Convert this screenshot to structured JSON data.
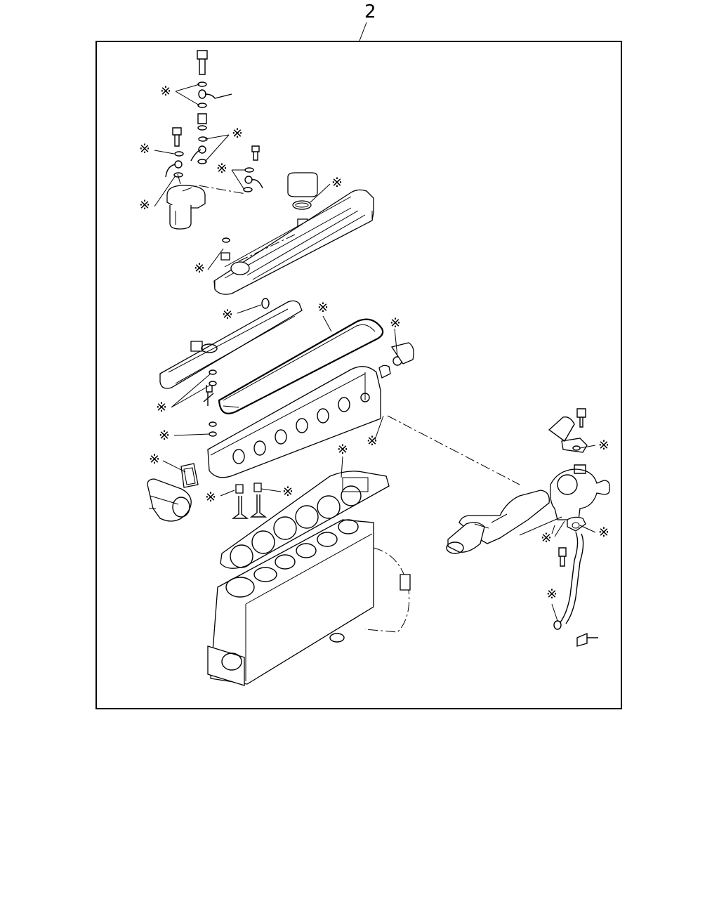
{
  "diagram": {
    "callout_number": "2",
    "kit_marker_symbol": "※",
    "line_color": "#000000",
    "background_color": "#ffffff",
    "parts": [
      "valve-cover",
      "rocker-cover-gasket",
      "cylinder-head",
      "head-gasket",
      "cylinder-block",
      "intake-valves",
      "valve-stem-seals",
      "thermostat-housing",
      "thermostat-gasket",
      "turbocharger",
      "turbo-oil-feed-pipe",
      "turbo-oil-return-pipe",
      "exhaust-elbow",
      "fuel-filter",
      "injector-leak-off-pipes",
      "breather-assembly"
    ]
  }
}
